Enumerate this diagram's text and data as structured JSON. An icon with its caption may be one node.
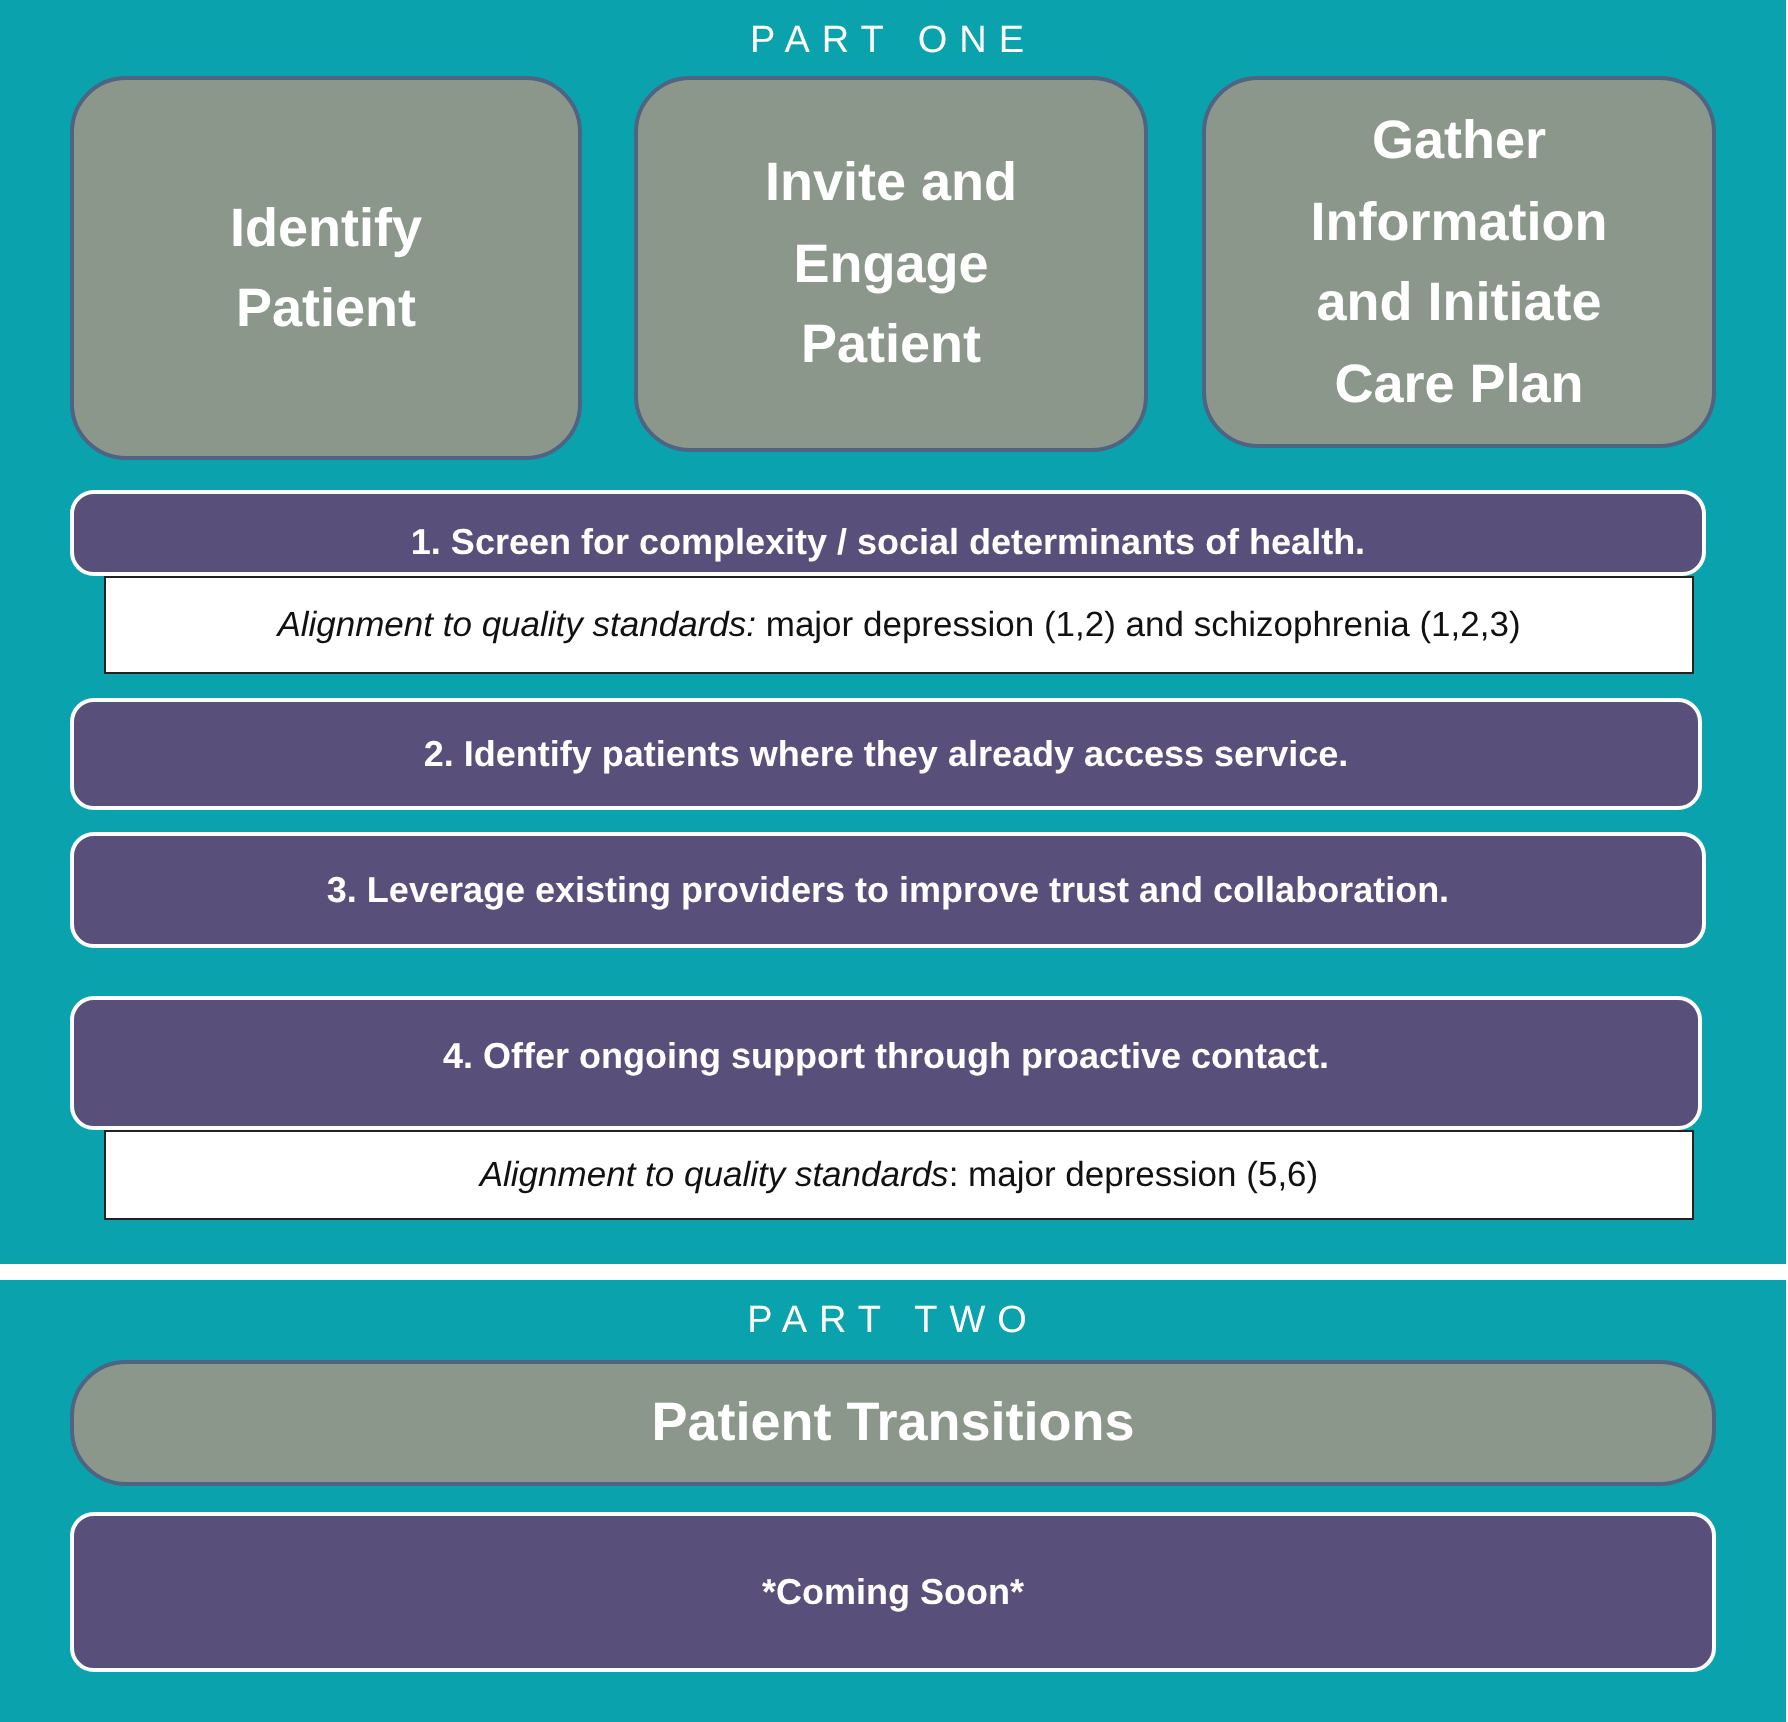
{
  "diagram": {
    "nodes": [
      {
        "text": [
          "PART ONE"
        ]
      },
      {
        "text": [
          "Identify Patient"
        ],
        "in": 0
      },
      {
        "text": [
          "Invite and Engage Patient"
        ],
        "in": 0
      },
      {
        "text": [
          "Gather Information and Initiate Care Plan"
        ],
        "in": 0
      },
      {
        "text": [
          "1. Screen for complexity / social determinants of health."
        ],
        "in": 0
      },
      {
        "text": [
          "*Alignment to quality standards:* major depression (1,2) and schizophrenia (1,2,3)"
        ],
        "in": 0
      },
      {
        "text": [
          "2. Identify patients where they already access service."
        ],
        "in": 0
      },
      {
        "text": [
          "3. Leverage existing providers to improve trust and collaboration."
        ],
        "in": 0
      },
      {
        "text": [
          "4. Offer ongoing support through proactive contact."
        ],
        "in": 0
      },
      {
        "text": [
          "*Alignment to quality standards*: major depression (5,6)"
        ],
        "in": 0
      },
      {
        "text": [
          "PART TWO"
        ]
      },
      {
        "text": [
          "Patient Transitions"
        ],
        "in": 10
      },
      {
        "text": [
          "*Coming Soon*"
        ],
        "in": 10
      }
    ]
  }
}
